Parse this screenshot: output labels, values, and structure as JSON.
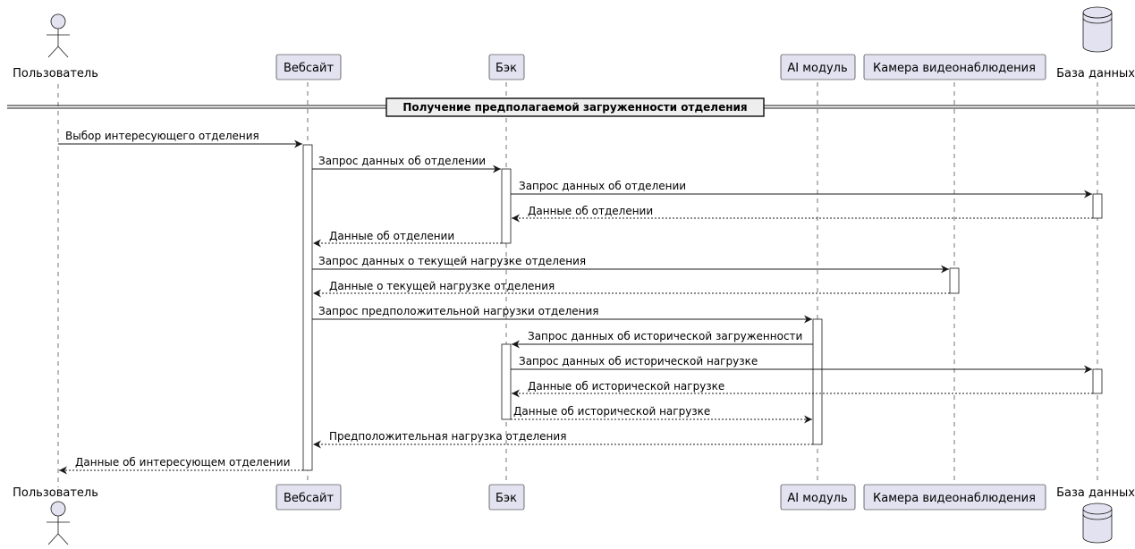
{
  "participants": {
    "user": "Пользователь",
    "website": "Вебсайт",
    "back": "Бэк",
    "ai": "AI модуль",
    "camera": "Камера видеонаблюдения",
    "db": "База данных"
  },
  "group_title": "Получение предполагаемой загруженности отделения",
  "messages": [
    "Выбор интересующего отделения",
    "Запрос данных об отделении",
    "Запрос данных об отделении",
    "Данные об отделении",
    "Данные об отделении",
    "Запрос данных о текущей нагрузке отделения",
    "Данные о текущей нагрузке отделения",
    "Запрос предположительной нагрузки отделения",
    "Запрос данных об исторической загруженности",
    "Запрос данных об исторической нагрузке",
    "Данные об исторической нагрузке",
    "Данные об исторической нагрузке",
    "Предположительная нагрузка отделения",
    "Данные об интересующем отделении"
  ]
}
